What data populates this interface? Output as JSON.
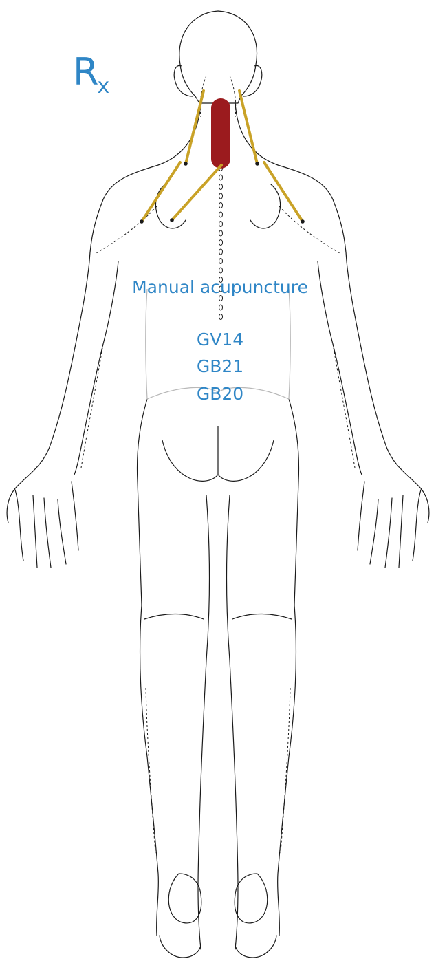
{
  "rx": {
    "main": "R",
    "sub": "x"
  },
  "title": "Manual acupuncture",
  "points": [
    "GV14",
    "GB21",
    "GB20"
  ],
  "colors": {
    "text": "#2f86c6",
    "highlight": "#9b1b1e",
    "needle": "#c9a227",
    "outline": "#1a1a1a",
    "faint": "#b8b8b8"
  },
  "icons": [
    "human-body-back-view",
    "acupuncture-needle"
  ]
}
